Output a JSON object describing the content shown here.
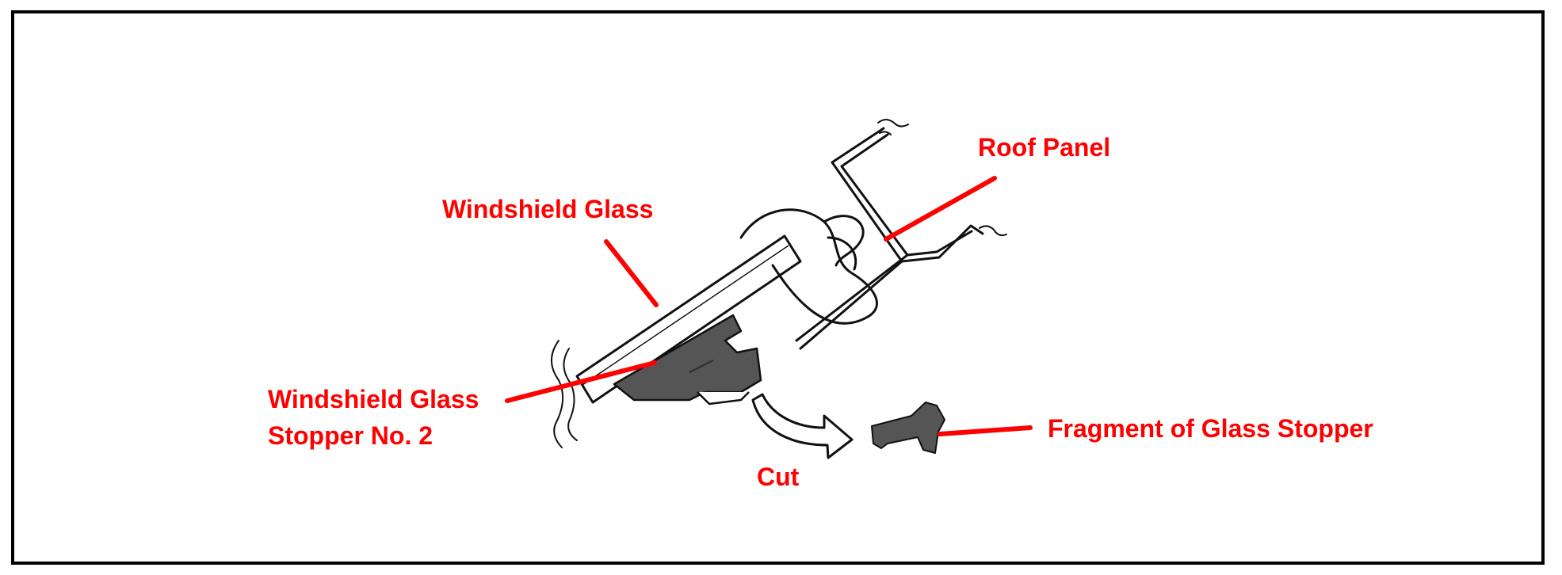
{
  "diagram": {
    "labels": {
      "roof_panel": "Roof Panel",
      "windshield_glass": "Windshield Glass",
      "stopper_line1": "Windshield Glass",
      "stopper_line2": "Stopper No. 2",
      "fragment": "Fragment of Glass Stopper",
      "cut": "Cut"
    },
    "colors": {
      "label_text": "#ff0000",
      "leader_line": "#ff0000",
      "outline": "#111111",
      "stopper_fill": "#555555",
      "frame": "#000000"
    }
  }
}
